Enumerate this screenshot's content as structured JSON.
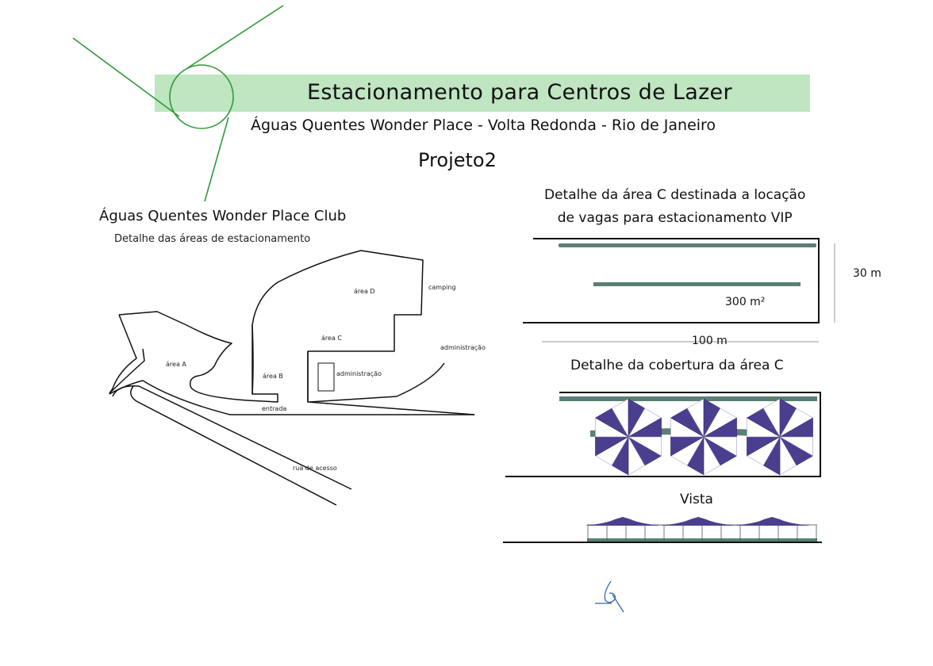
{
  "header": {
    "title": "Estacionamento para Centros de Lazer",
    "subtitle": "Águas Quentes Wonder Place - Volta Redonda - Rio de Janeiro",
    "project": "Projeto2",
    "band_color": "#bfe5c1",
    "logo_color": "#2e9b37"
  },
  "site_plan": {
    "title": "Águas Quentes Wonder Place Club",
    "subtitle": "Detalhe das áreas de estacionamento",
    "labels": {
      "area_a": "área A",
      "area_b": "área B",
      "area_c": "área C",
      "area_d": "área D",
      "camping": "camping",
      "administracao_1": "administração",
      "administracao_2": "administração",
      "entrada": "entrada",
      "rua_de_acesso": "rua de acesso"
    }
  },
  "area_c_detail": {
    "title_line1": "Detalhe da área C destinada a locação",
    "title_line2": "de vagas para estacionamento VIP",
    "height_label": "30 m",
    "area_label": "300 m²",
    "width_label": "100 m"
  },
  "cover_detail": {
    "title": "Detalhe da cobertura da área C",
    "umbrella_count": 3,
    "umbrella_color": "#4a3f8f",
    "beam_color": "#5a7f76"
  },
  "elevation": {
    "title": "Vista"
  }
}
